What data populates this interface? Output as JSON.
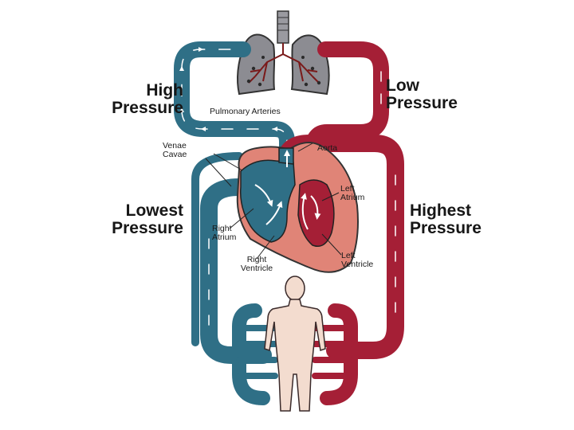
{
  "labels": {
    "high_pressure": [
      "High",
      "Pressure"
    ],
    "low_pressure": [
      "Low",
      "Pressure"
    ],
    "lowest_pressure": [
      "Lowest",
      "Pressure"
    ],
    "highest_pressure": [
      "Highest",
      "Pressure"
    ],
    "pulmonary_arteries": "Pulmonary Arteries",
    "venae_cavae": [
      "Venae",
      "Cavae"
    ],
    "aorta": "Aorta",
    "left_atrium": [
      "Left",
      "Atrium"
    ],
    "right_atrium": [
      "Right",
      "Atrium"
    ],
    "right_ventricle": [
      "Right",
      "Ventricle"
    ],
    "left_ventricle": [
      "Left",
      "Ventricle"
    ]
  },
  "colors": {
    "deoxygenated_blue": "#2f6f86",
    "oxygenated_red": "#a51f36",
    "heart_tissue": "#e08477",
    "lungs": "#8a8a90",
    "body_skin": "#f3dccf"
  }
}
